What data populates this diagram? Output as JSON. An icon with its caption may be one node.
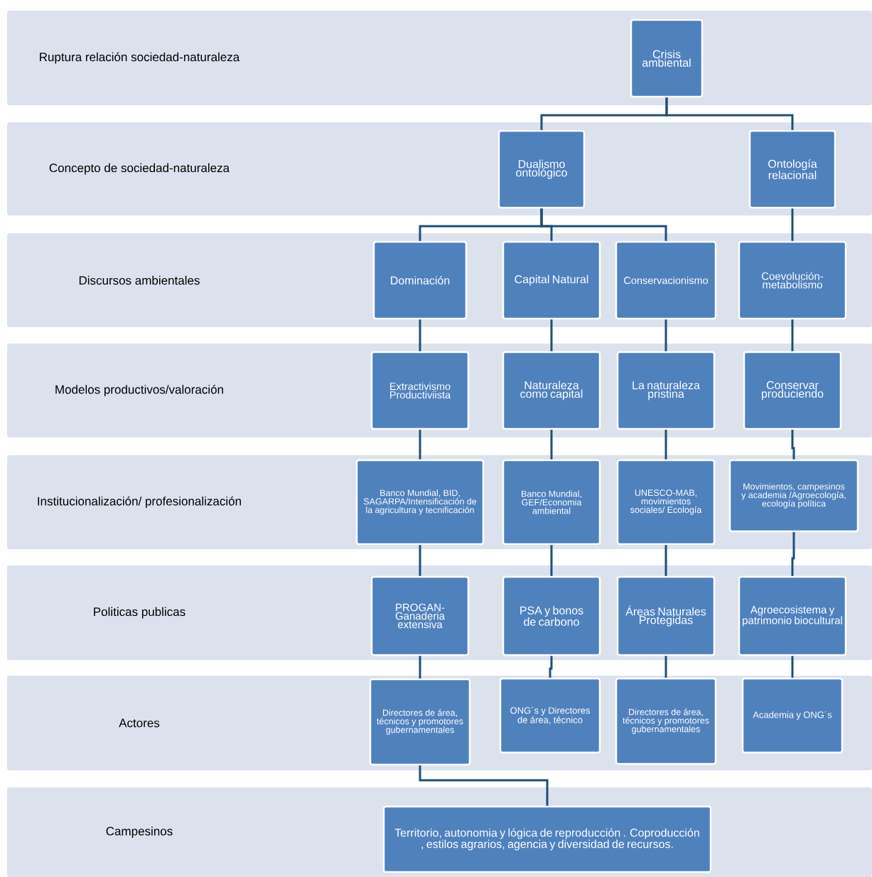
{
  "diagram": {
    "nodes": [
      {
        "text": [
          "Ruptura relación sociedad-naturaleza"
        ]
      },
      {
        "text": [
          "Crisis ambiental"
        ],
        "in": 0
      },
      {
        "text": [
          "Concepto de sociedad-naturaleza"
        ]
      },
      {
        "text": [
          "Dualismo ontológico"
        ],
        "in": 2
      },
      {
        "text": [
          "Ontología relacional"
        ],
        "in": 2
      },
      {
        "text": [
          "Discursos ambientales"
        ]
      },
      {
        "text": [
          "Dominación"
        ],
        "in": 5
      },
      {
        "text": [
          "Capital Natural"
        ],
        "in": 5
      },
      {
        "text": [
          "Conservacionismo"
        ],
        "in": 5
      },
      {
        "text": [
          "Coevolución-metabolismo"
        ],
        "in": 5
      },
      {
        "text": [
          "Modelos productivos/valoración"
        ]
      },
      {
        "text": [
          "Extractivismo Productiviista"
        ],
        "in": 10
      },
      {
        "text": [
          "Naturaleza como capital"
        ],
        "in": 10
      },
      {
        "text": [
          "La naturaleza pristina"
        ],
        "in": 10
      },
      {
        "text": [
          "Conservar produciendo"
        ],
        "in": 10
      },
      {
        "text": [
          "Institucionalización/ profesionalización"
        ]
      },
      {
        "text": [
          "Banco Mundial, BID, SAGARPA/Intensificación de la agricultura y tecnificación"
        ],
        "in": 15
      },
      {
        "text": [
          "Banco Mundial, GEF/Economia ambiental"
        ],
        "in": 15
      },
      {
        "text": [
          "UNESCO-MAB, movimientos sociales/ Ecología"
        ],
        "in": 15
      },
      {
        "text": [
          "Movimientos, campesinos y academia /Agroecología, ecología política"
        ],
        "in": 15
      },
      {
        "text": [
          "Politicas publicas"
        ]
      },
      {
        "text": [
          "PROGAN-Ganaderia extensiva"
        ],
        "in": 20
      },
      {
        "text": [
          "PSA y bonos de carbono"
        ],
        "in": 20
      },
      {
        "text": [
          "Áreas Naturales Protegidas"
        ],
        "in": 20
      },
      {
        "text": [
          "Agroecosistema y patrimonio biocultural"
        ],
        "in": 20
      },
      {
        "text": [
          "Actores"
        ]
      },
      {
        "text": [
          "Directores de área, técnicos y promotores gubernamentales"
        ],
        "in": 25
      },
      {
        "text": [
          "ONG´s y Directores de área, técnico"
        ],
        "in": 25
      },
      {
        "text": [
          "Directores de área, técnicos y promotores gubernamentales"
        ],
        "in": 25
      },
      {
        "text": [
          "Academia y ONG´s"
        ],
        "in": 25
      },
      {
        "text": [
          "Campesinos"
        ]
      },
      {
        "text": [
          "Territorio, autonomia y lógica de reproducción . Coproducción , estilos agrarios, agencia y diversidad de recursos."
        ],
        "in": 30
      }
    ],
    "edges": [
      {
        "from": 1,
        "to": 3,
        "arrow": "none"
      },
      {
        "from": 1,
        "to": 4,
        "arrow": "none"
      },
      {
        "from": 3,
        "to": 6,
        "arrow": "none"
      },
      {
        "from": 3,
        "to": 7,
        "arrow": "none"
      },
      {
        "from": 3,
        "to": 8,
        "arrow": "none"
      },
      {
        "from": 4,
        "to": 9,
        "arrow": "none"
      },
      {
        "from": 6,
        "to": 11,
        "arrow": "none"
      },
      {
        "from": 7,
        "to": 12,
        "arrow": "none"
      },
      {
        "from": 8,
        "to": 13,
        "arrow": "none"
      },
      {
        "from": 9,
        "to": 14,
        "arrow": "none"
      },
      {
        "from": 11,
        "to": 16,
        "arrow": "none"
      },
      {
        "from": 12,
        "to": 17,
        "arrow": "none"
      },
      {
        "from": 13,
        "to": 18,
        "arrow": "none"
      },
      {
        "from": 14,
        "to": 19,
        "arrow": "none"
      },
      {
        "from": 16,
        "to": 21,
        "arrow": "none"
      },
      {
        "from": 17,
        "to": 22,
        "arrow": "none"
      },
      {
        "from": 18,
        "to": 23,
        "arrow": "none"
      },
      {
        "from": 19,
        "to": 24,
        "arrow": "none"
      },
      {
        "from": 21,
        "to": 26,
        "arrow": "none"
      },
      {
        "from": 22,
        "to": 27,
        "arrow": "none"
      },
      {
        "from": 23,
        "to": 28,
        "arrow": "none"
      },
      {
        "from": 24,
        "to": 29,
        "arrow": "none"
      },
      {
        "from": 26,
        "to": 31,
        "arrow": "none"
      }
    ]
  }
}
